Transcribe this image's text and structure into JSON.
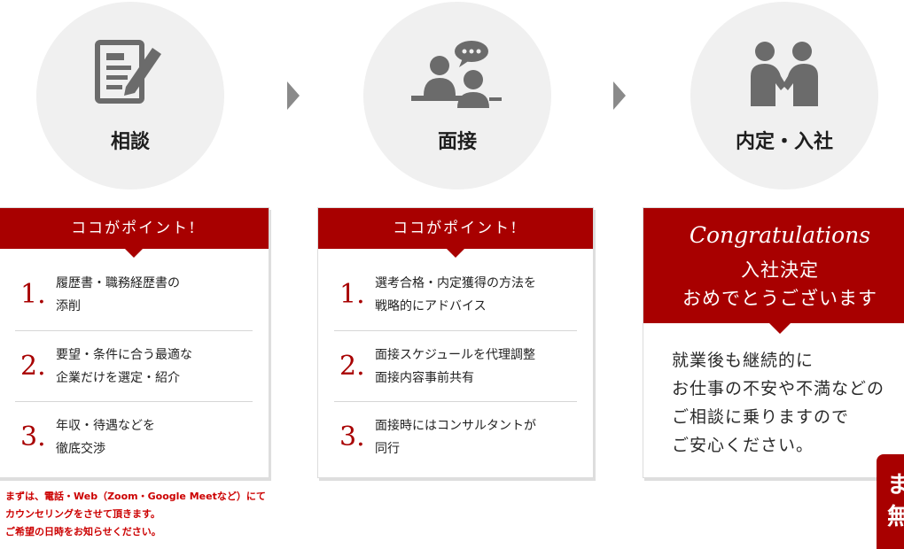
{
  "steps": [
    {
      "label": "相談",
      "icon": "document-pen-icon"
    },
    {
      "label": "面接",
      "icon": "interview-chat-icon"
    },
    {
      "label": "内定・入社",
      "icon": "handshake-icon"
    }
  ],
  "card1": {
    "header": "ココがポイント!",
    "points": [
      {
        "num": "1.",
        "line1": "履歴書・職務経歴書の",
        "line2": "添削"
      },
      {
        "num": "2.",
        "line1": "要望・条件に合う最適な",
        "line2": "企業だけを選定・紹介"
      },
      {
        "num": "3.",
        "line1": "年収・待遇などを",
        "line2": "徹底交渉"
      }
    ]
  },
  "card2": {
    "header": "ココがポイント!",
    "points": [
      {
        "num": "1.",
        "line1": "選考合格・内定獲得の方法を",
        "line2": "戦略的にアドバイス"
      },
      {
        "num": "2.",
        "line1": "面接スケジュールを代理調整",
        "line2": "面接内容事前共有"
      },
      {
        "num": "3.",
        "line1": "面接時にはコンサルタントが",
        "line2": "同行"
      }
    ]
  },
  "card3": {
    "en": "Congratulations",
    "line2": "入社決定",
    "line3": "おめでとうございます",
    "body": [
      "就業後も継続的に",
      "お仕事の不安や不満などの",
      "ご相談に乗りますので",
      "ご安心ください。"
    ]
  },
  "note": [
    "まずは、電話・Web（Zoom・Google Meetなど）にて",
    "カウンセリングをさせて頂きます。",
    "ご希望の日時をお知らせください。"
  ],
  "badge": [
    "ま",
    "無"
  ],
  "colors": {
    "accent": "#a80000",
    "circle": "#f0f0f0",
    "icon": "#6b6b6b",
    "note": "#cc0000"
  }
}
